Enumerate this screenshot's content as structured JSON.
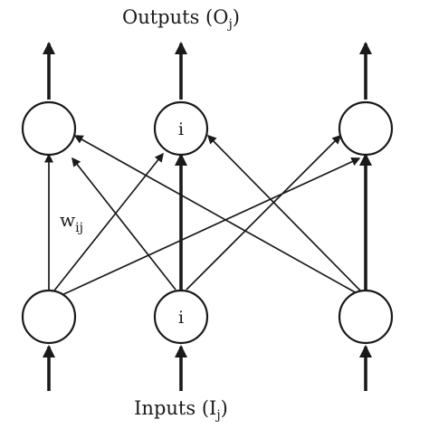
{
  "title": {
    "text": "Outputs (O",
    "sub": "j",
    "close": ")"
  },
  "footer": {
    "text": "Inputs (I",
    "sub": "j",
    "close": ")"
  },
  "weight": {
    "text": "w",
    "sub": "ij"
  },
  "output_nodes": [
    {
      "label": ""
    },
    {
      "label": "i"
    },
    {
      "label": ""
    }
  ],
  "input_nodes": [
    {
      "label": ""
    },
    {
      "label": "i"
    },
    {
      "label": ""
    }
  ]
}
